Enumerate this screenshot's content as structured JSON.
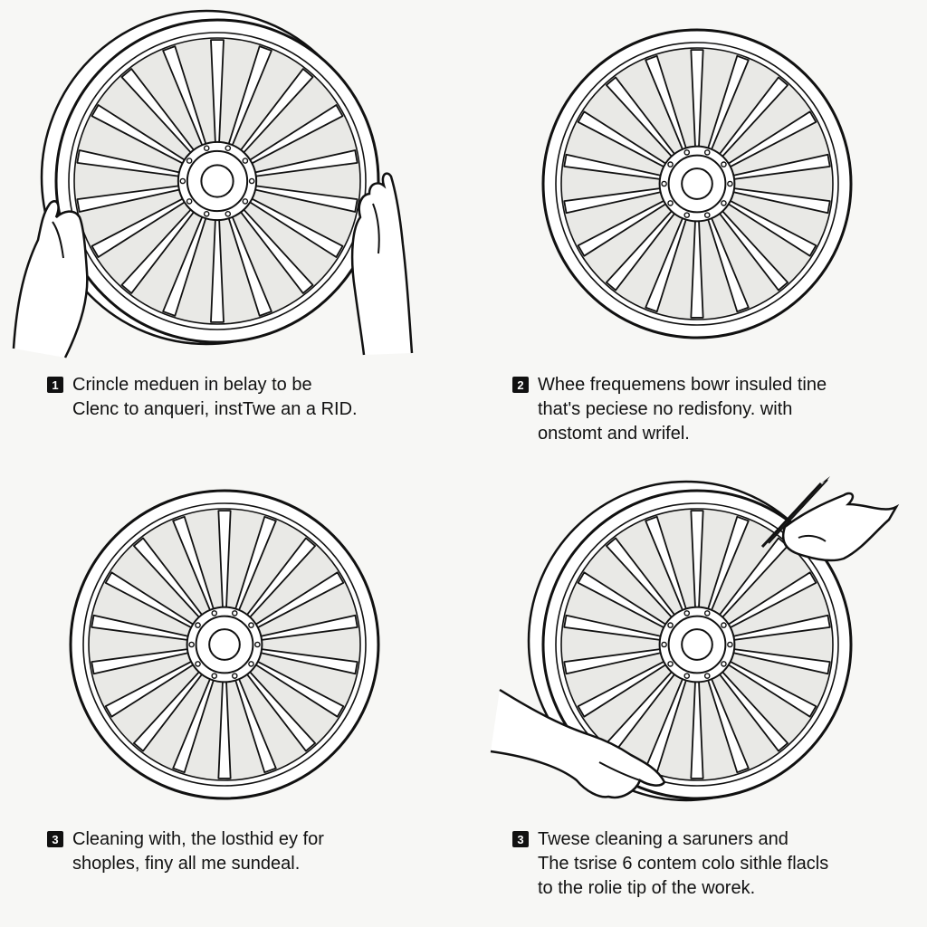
{
  "steps": [
    {
      "badge": "1",
      "lines": [
        "Crincle meduen in belay to be",
        "Clenc to anqueri, instTwe an a RID."
      ]
    },
    {
      "badge": "2",
      "lines": [
        "Whee frequemens bowr insuled tine",
        "that's peciese no redisfony. with",
        "onstomt and wrifel."
      ]
    },
    {
      "badge": "3",
      "lines": [
        "Cleaning with, the losthid ey for",
        "shoples, finy all me sundeal."
      ]
    },
    {
      "badge": "3",
      "lines": [
        "Twese cleaning a saruners and",
        "The tsrise 6 contem colo sithle flacls",
        "to the rolie tip of the worek."
      ]
    }
  ],
  "colors": {
    "ink": "#111111",
    "paper": "#f7f7f5",
    "spoke_fill": "#e9e9e6",
    "badge": "#111111"
  },
  "icons": [
    "wheel-icon",
    "hand-icon",
    "cleaning-brush-icon"
  ]
}
